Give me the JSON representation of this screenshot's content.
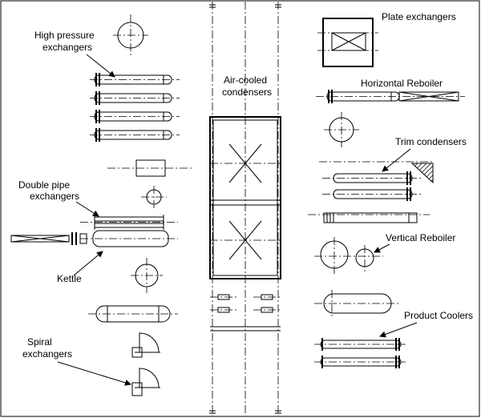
{
  "labels": {
    "high_pressure": [
      "High pressure",
      "exchangers"
    ],
    "air_cooled": [
      "Air-cooled",
      "condensers"
    ],
    "plate": "Plate exchangers",
    "horizontal_reboiler": "Horizontal Reboiler",
    "trim": "Trim condensers",
    "double_pipe": [
      "Double pipe",
      "exchangers"
    ],
    "kettle": "Kettle",
    "vertical_reboiler": "Vertical Reboiler",
    "product_coolers": "Product Coolers",
    "spiral": [
      "Spiral",
      "exchangers"
    ]
  }
}
